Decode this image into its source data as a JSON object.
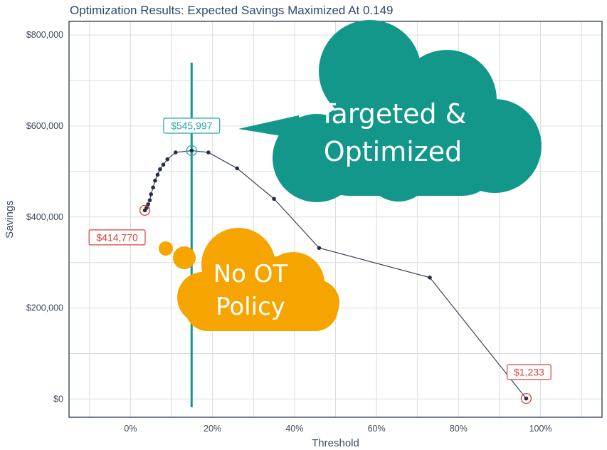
{
  "chart_data": {
    "type": "line",
    "title": "Optimization Results: Expected Savings Maximized At 0.149",
    "xlabel": "Threshold",
    "ylabel": "Savings",
    "xlim": [
      -0.15,
      1.15
    ],
    "ylim": [
      -40000,
      830000
    ],
    "x_ticks": [
      0,
      0.2,
      0.4,
      0.6,
      0.8,
      1.0
    ],
    "x_tick_labels": [
      "0%",
      "20%",
      "40%",
      "60%",
      "80%",
      "100%"
    ],
    "y_ticks": [
      0,
      200000,
      400000,
      600000,
      800000
    ],
    "y_tick_labels": [
      "$0",
      "$200,000",
      "$400,000",
      "$600,000",
      "$800,000"
    ],
    "grid": true,
    "series": [
      {
        "x": [
          0.035,
          0.039,
          0.043,
          0.047,
          0.05,
          0.055,
          0.06,
          0.066,
          0.072,
          0.08,
          0.09,
          0.11,
          0.149,
          0.19,
          0.26,
          0.35,
          0.46,
          0.73,
          0.965
        ],
        "y": [
          414770,
          420000,
          428000,
          437000,
          450000,
          465000,
          480000,
          493000,
          505000,
          515000,
          527000,
          542000,
          545997,
          542000,
          507000,
          440000,
          332000,
          267000,
          1233
        ]
      }
    ],
    "threshold_line_x": 0.149,
    "highlights": [
      {
        "x": 0.035,
        "y": 414770,
        "label": "$414,770",
        "color": "#d9413a"
      },
      {
        "x": 0.149,
        "y": 545997,
        "label": "$545,997",
        "color": "#2aa7a0"
      },
      {
        "x": 0.965,
        "y": 1233,
        "label": "$1,233",
        "color": "#d9413a"
      }
    ],
    "colors": {
      "line": "#3a4256",
      "point": "#263044",
      "threshold": "#13978b",
      "grid": "#dcdcdc",
      "frame": "#2b3a4f",
      "cloud_teal": "#13978b",
      "cloud_orange": "#f6a400"
    },
    "annotations": {
      "teal_cloud": [
        "Targeted &",
        "Optimized"
      ],
      "orange_cloud": [
        "No OT",
        "Policy"
      ]
    }
  }
}
